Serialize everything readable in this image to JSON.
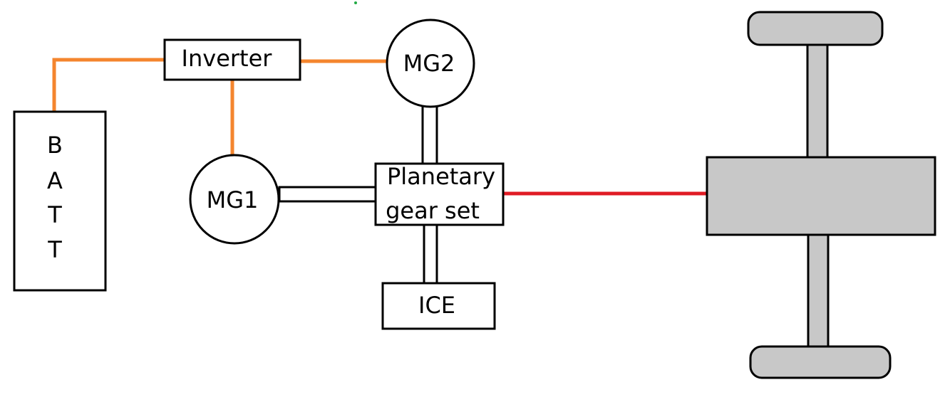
{
  "diagram": {
    "nodes": {
      "battery": {
        "letters": [
          "B",
          "A",
          "T",
          "T"
        ]
      },
      "inverter": {
        "label": "Inverter"
      },
      "mg2": {
        "label": "MG2"
      },
      "mg1": {
        "label": "MG1"
      },
      "planetary": {
        "line1": "Planetary",
        "line2": "gear set"
      },
      "ice": {
        "label": "ICE"
      }
    },
    "colors": {
      "electrical_link": "#f4852e",
      "drive_link": "#e01b24",
      "axle_fill": "#c8c8c8",
      "outline": "#000000",
      "accent_dot": "#22aa44"
    }
  }
}
